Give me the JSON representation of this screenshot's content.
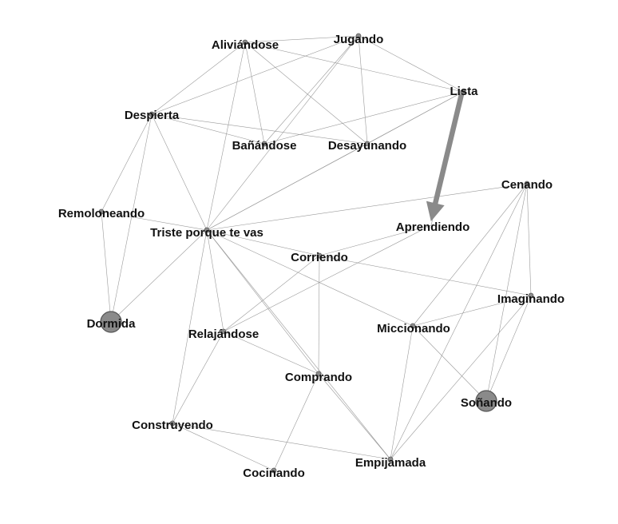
{
  "nodes": [
    {
      "id": "alivia",
      "label": "Aliviándose"
    },
    {
      "id": "jugando",
      "label": "Jugando"
    },
    {
      "id": "lista",
      "label": "Lista"
    },
    {
      "id": "despierta",
      "label": "Despierta"
    },
    {
      "id": "banandose",
      "label": "Bañándose"
    },
    {
      "id": "desayunando",
      "label": "Desayunando"
    },
    {
      "id": "cenando",
      "label": "Cenando"
    },
    {
      "id": "remoloneando",
      "label": "Remoloneando"
    },
    {
      "id": "triste",
      "label": "Triste porque te vas"
    },
    {
      "id": "aprendiendo",
      "label": "Aprendiendo"
    },
    {
      "id": "corriendo",
      "label": "Corriendo"
    },
    {
      "id": "imaginando",
      "label": "Imaginando"
    },
    {
      "id": "dormida",
      "label": "Dormida"
    },
    {
      "id": "relajandose",
      "label": "Relajándose"
    },
    {
      "id": "miccionando",
      "label": "Miccionando"
    },
    {
      "id": "comprando",
      "label": "Comprando"
    },
    {
      "id": "sonando",
      "label": "Soñando"
    },
    {
      "id": "construyendo",
      "label": "Construyendo"
    },
    {
      "id": "empijamada",
      "label": "Empijamada"
    },
    {
      "id": "cocinando",
      "label": "Cocinando"
    }
  ],
  "edges": [
    [
      "alivia",
      "jugando"
    ],
    [
      "alivia",
      "lista"
    ],
    [
      "alivia",
      "despierta"
    ],
    [
      "alivia",
      "banandose"
    ],
    [
      "alivia",
      "desayunando"
    ],
    [
      "alivia",
      "triste"
    ],
    [
      "jugando",
      "lista"
    ],
    [
      "jugando",
      "despierta"
    ],
    [
      "jugando",
      "desayunando"
    ],
    [
      "jugando",
      "triste"
    ],
    [
      "jugando",
      "banandose"
    ],
    [
      "lista",
      "banandose"
    ],
    [
      "lista",
      "desayunando"
    ],
    [
      "lista",
      "triste"
    ],
    [
      "lista",
      "aprendiendo"
    ],
    [
      "despierta",
      "desayunando"
    ],
    [
      "despierta",
      "banandose"
    ],
    [
      "despierta",
      "remoloneando"
    ],
    [
      "despierta",
      "dormida"
    ],
    [
      "despierta",
      "triste"
    ],
    [
      "desayunando",
      "triste"
    ],
    [
      "remoloneando",
      "dormida"
    ],
    [
      "remoloneando",
      "triste"
    ],
    [
      "triste",
      "dormida"
    ],
    [
      "triste",
      "cenando"
    ],
    [
      "triste",
      "corriendo"
    ],
    [
      "triste",
      "relajandose"
    ],
    [
      "triste",
      "miccionando"
    ],
    [
      "triste",
      "comprando"
    ],
    [
      "triste",
      "empijamada"
    ],
    [
      "triste",
      "construyendo"
    ],
    [
      "aprendiendo",
      "relajandose"
    ],
    [
      "aprendiendo",
      "corriendo"
    ],
    [
      "corriendo",
      "comprando"
    ],
    [
      "corriendo",
      "imaginando"
    ],
    [
      "corriendo",
      "relajandose"
    ],
    [
      "cenando",
      "imaginando"
    ],
    [
      "cenando",
      "sonando"
    ],
    [
      "cenando",
      "miccionando"
    ],
    [
      "cenando",
      "empijamada"
    ],
    [
      "imaginando",
      "miccionando"
    ],
    [
      "imaginando",
      "sonando"
    ],
    [
      "imaginando",
      "empijamada"
    ],
    [
      "miccionando",
      "sonando"
    ],
    [
      "miccionando",
      "empijamada"
    ],
    [
      "relajandose",
      "comprando"
    ],
    [
      "relajandose",
      "construyendo"
    ],
    [
      "comprando",
      "cocinando"
    ],
    [
      "comprando",
      "empijamada"
    ],
    [
      "construyendo",
      "empijamada"
    ],
    [
      "construyendo",
      "cocinando"
    ]
  ],
  "highlight_edge": [
    "lista",
    "aprendiendo"
  ]
}
